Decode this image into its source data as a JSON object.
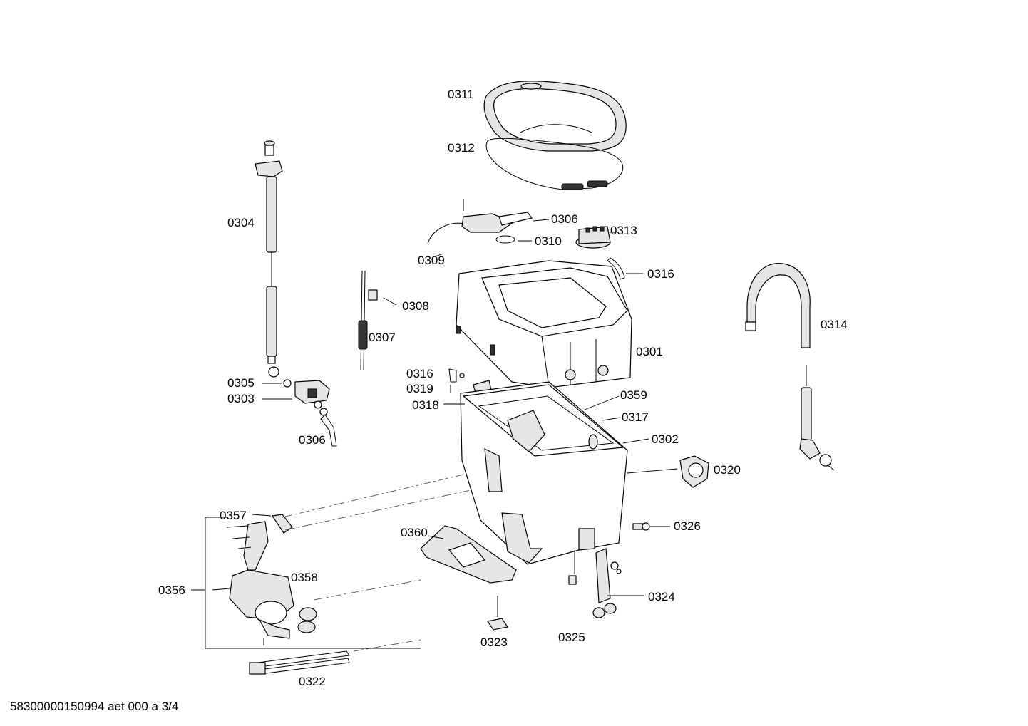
{
  "callouts": {
    "p0301": "0301",
    "p0302": "0302",
    "p0303": "0303",
    "p0304": "0304",
    "p0305": "0305",
    "p0306_top": "0306",
    "p0306_bottom": "0306",
    "p0307": "0307",
    "p0308": "0308",
    "p0309": "0309",
    "p0310": "0310",
    "p0311": "0311",
    "p0312": "0312",
    "p0313": "0313",
    "p0314": "0314",
    "p0316_right": "0316",
    "p0316_left": "0316",
    "p0317": "0317",
    "p0318": "0318",
    "p0319": "0319",
    "p0320": "0320",
    "p0322": "0322",
    "p0323": "0323",
    "p0324": "0324",
    "p0325": "0325",
    "p0326": "0326",
    "p0356": "0356",
    "p0357": "0357",
    "p0358": "0358",
    "p0359": "0359",
    "p0360": "0360"
  },
  "footer": "58300000150994 aet 000 a 3/4"
}
